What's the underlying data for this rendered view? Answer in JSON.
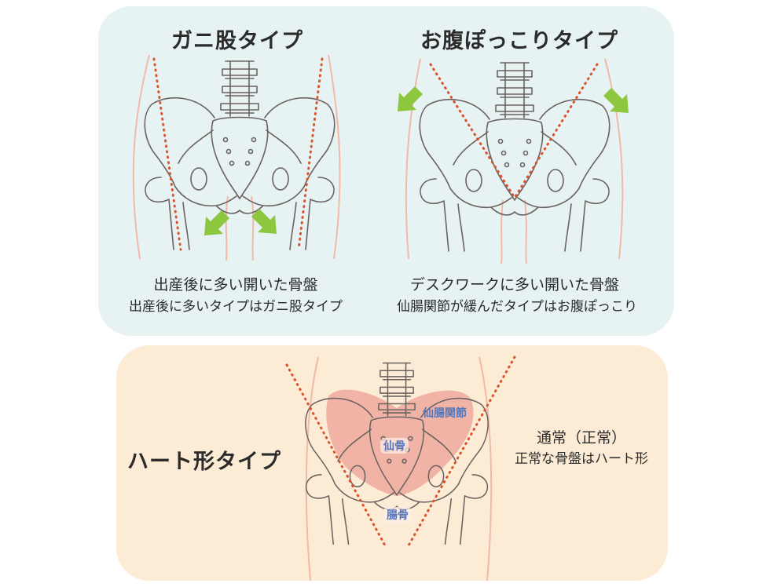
{
  "top": {
    "left": {
      "title": "ガニ股タイプ",
      "caption_main": "出産後に多い開いた骨盤",
      "caption_sub": "出産後に多いタイプはガニ股タイプ"
    },
    "right": {
      "title": "お腹ぽっこりタイプ",
      "caption_main": "デスクワークに多い開いた骨盤",
      "caption_sub": "仙腸関節が緩んだタイプはお腹ぽっこり"
    }
  },
  "bottom": {
    "title": "ハート形タイプ",
    "labels": {
      "sacroiliac_joint": "仙腸関節",
      "sacrum": "仙骨",
      "ilium": "腸骨"
    },
    "caption_main": "通常（正常）",
    "caption_sub": "正常な骨盤はハート形"
  },
  "colors": {
    "top_bg": "#e7f2f3",
    "bottom_bg": "#fdecd5",
    "dotted_line": "#d9542c",
    "arrow": "#8dc63f",
    "heart_fill": "#eea59a",
    "label_text": "#5577b8"
  }
}
